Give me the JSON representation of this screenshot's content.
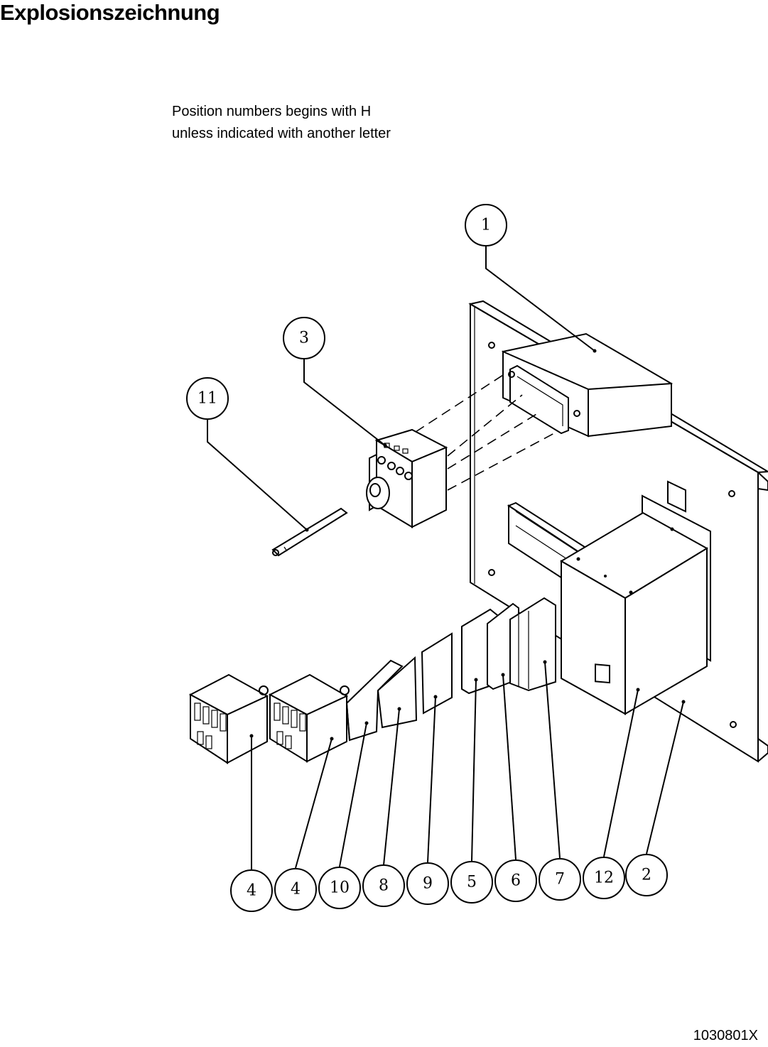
{
  "title": "Explosionszeichnung",
  "note": {
    "line1": "Position numbers begins with H",
    "line2": "unless indicated with another letter"
  },
  "document_number": "1030801X",
  "balloons": [
    {
      "id": "b1",
      "label": "1"
    },
    {
      "id": "b3",
      "label": "3"
    },
    {
      "id": "b11",
      "label": "11"
    },
    {
      "id": "b4a",
      "label": "4"
    },
    {
      "id": "b4b",
      "label": "4"
    },
    {
      "id": "b10",
      "label": "10"
    },
    {
      "id": "b8",
      "label": "8"
    },
    {
      "id": "b9",
      "label": "9"
    },
    {
      "id": "b5",
      "label": "5"
    },
    {
      "id": "b6",
      "label": "6"
    },
    {
      "id": "b7",
      "label": "7"
    },
    {
      "id": "b12",
      "label": "12"
    },
    {
      "id": "b2",
      "label": "2"
    }
  ]
}
